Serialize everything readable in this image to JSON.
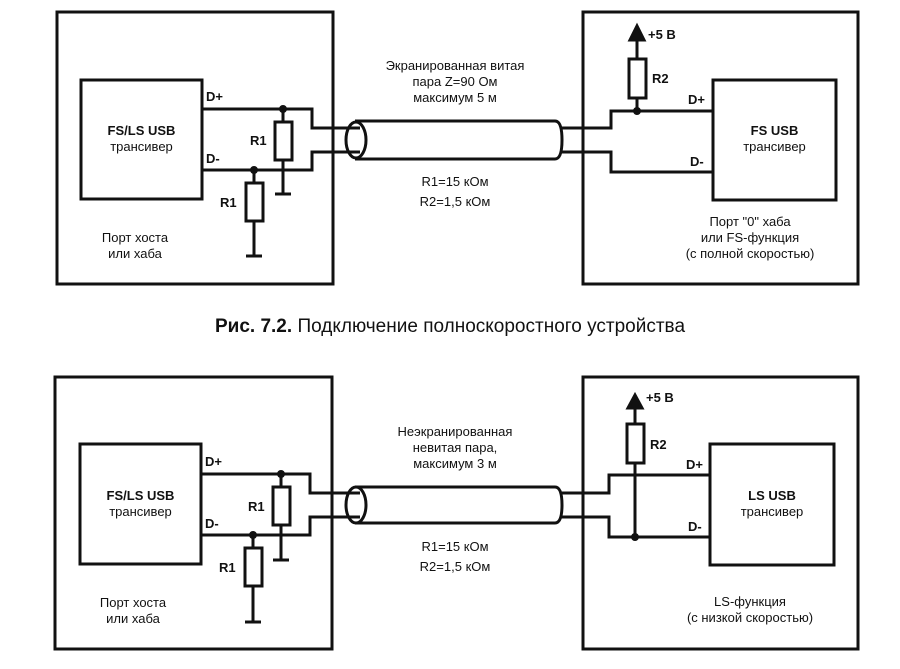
{
  "figure_top": {
    "host": {
      "transceiver_line1": "FS/LS USB",
      "transceiver_line2": "трансивер",
      "port_line1": "Порт хоста",
      "port_line2": "или хаба",
      "dplus": "D+",
      "dminus": "D-",
      "r_top": "R1",
      "r_bottom": "R1"
    },
    "cable": {
      "line1": "Экранированная витая",
      "line2": "пара Z=90 Ом",
      "line3": "максимум 5 м",
      "r1_value": "R1=15 кОм",
      "r2_value": "R2=1,5 кОм"
    },
    "device": {
      "transceiver_line1": "FS USB",
      "transceiver_line2": "трансивер",
      "supply": "+5 В",
      "r": "R2",
      "dplus": "D+",
      "dminus": "D-",
      "label_line1": "Порт \"0\" хаба",
      "label_line2": "или FS-функция",
      "label_line3": "(с полной скоростью)"
    }
  },
  "caption": {
    "number": "Рис. 7.2.",
    "text": "Подключение полноскоростного устройства"
  },
  "figure_bottom": {
    "host": {
      "transceiver_line1": "FS/LS USB",
      "transceiver_line2": "трансивер",
      "port_line1": "Порт хоста",
      "port_line2": "или хаба",
      "dplus": "D+",
      "dminus": "D-",
      "r_top": "R1",
      "r_bottom": "R1"
    },
    "cable": {
      "line1": "Неэкранированная",
      "line2": "невитая пара,",
      "line3": "максимум 3 м",
      "r1_value": "R1=15 кОм",
      "r2_value": "R2=1,5 кОм"
    },
    "device": {
      "transceiver_line1": "LS USB",
      "transceiver_line2": "трансивер",
      "supply": "+5 В",
      "r": "R2",
      "dplus": "D+",
      "dminus": "D-",
      "label_line1": "LS-функция",
      "label_line2": "(с низкой скоростью)"
    }
  }
}
